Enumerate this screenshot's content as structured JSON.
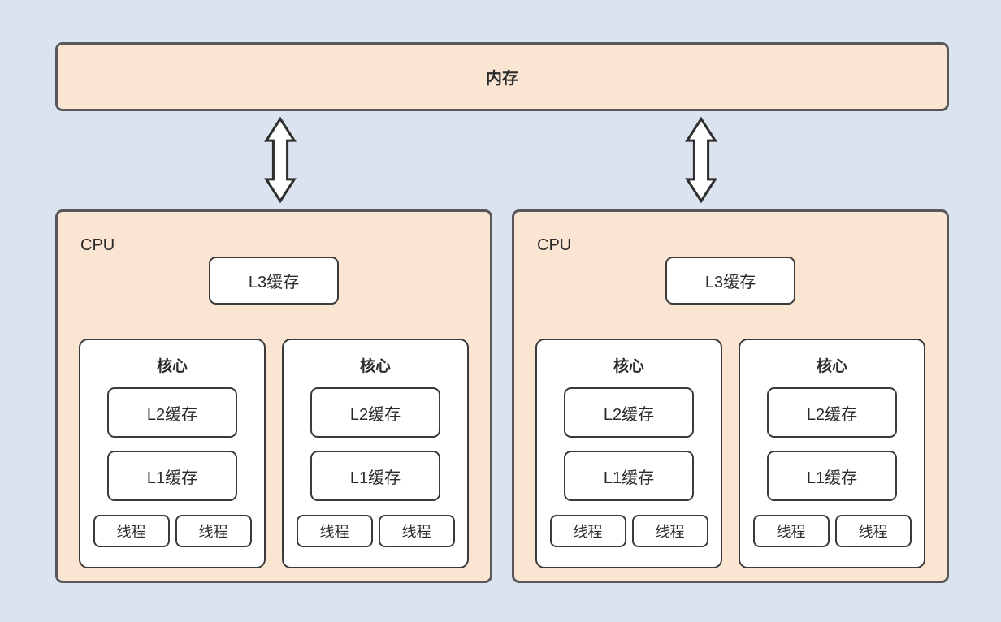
{
  "diagram": {
    "memory_label": "内存",
    "arrow_count": 2,
    "colors": {
      "background": "#dbe3f1",
      "block_fill": "#fae5d3",
      "outer_border": "#58585a",
      "inner_border": "#3a3a3a",
      "inner_fill": "#ffffff",
      "arrow_fill": "#ffffff",
      "arrow_stroke": "#2f2f2f",
      "text": "#2b2b2b"
    },
    "cpus": [
      {
        "label": "CPU",
        "l3_label": "L3缓存",
        "cores": [
          {
            "title": "核心",
            "l2_label": "L2缓存",
            "l1_label": "L1缓存",
            "threads": [
              "线程",
              "线程"
            ]
          },
          {
            "title": "核心",
            "l2_label": "L2缓存",
            "l1_label": "L1缓存",
            "threads": [
              "线程",
              "线程"
            ]
          }
        ]
      },
      {
        "label": "CPU",
        "l3_label": "L3缓存",
        "cores": [
          {
            "title": "核心",
            "l2_label": "L2缓存",
            "l1_label": "L1缓存",
            "threads": [
              "线程",
              "线程"
            ]
          },
          {
            "title": "核心",
            "l2_label": "L2缓存",
            "l1_label": "L1缓存",
            "threads": [
              "线程",
              "线程"
            ]
          }
        ]
      }
    ]
  }
}
